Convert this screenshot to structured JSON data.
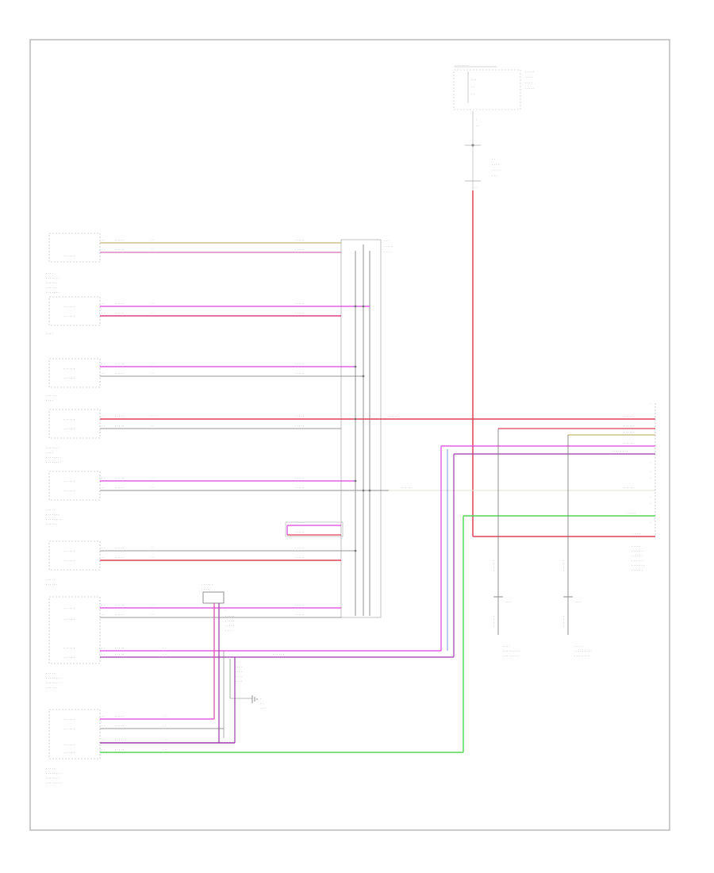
{
  "diagram": {
    "footer_code": "",
    "colors": {
      "red": "#e0405a",
      "pink": "#f08fae",
      "magenta": "#e040e0",
      "violet": "#9a3ca8",
      "green": "#50d850",
      "tan": "#c8b878",
      "gray": "#777777",
      "blue": "#5a7ad8"
    },
    "modules": [
      {
        "id": "m1"
      },
      {
        "id": "m2"
      },
      {
        "id": "m3"
      },
      {
        "id": "m4"
      },
      {
        "id": "m5"
      },
      {
        "id": "m6"
      },
      {
        "id": "m7"
      },
      {
        "id": "m8"
      }
    ],
    "icons": [
      "ground-symbol-icon",
      "splice-dot-icon",
      "connector-pin-icon"
    ]
  }
}
